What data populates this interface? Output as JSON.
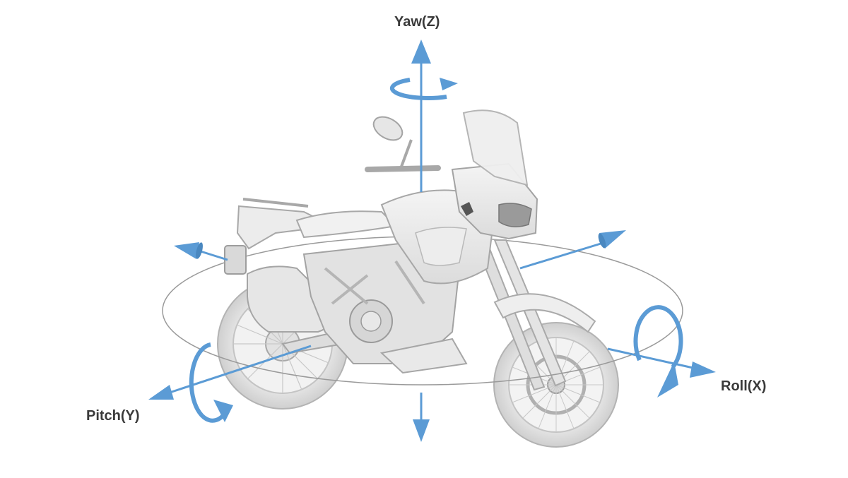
{
  "axes": {
    "yaw": {
      "label": "Yaw(Z)"
    },
    "roll": {
      "label": "Roll(X)"
    },
    "pitch": {
      "label": "Pitch(Y)"
    }
  },
  "colors": {
    "arrow": "#5b9bd5",
    "ellipse": "#9a9a9a",
    "label": "#3a3a3a",
    "bike_fill": "#e8e8e8",
    "bike_stroke": "#b3b3b3",
    "bike_dark": "#8c8c8c"
  },
  "illustration": {
    "subject": "adventure-motorcycle-icon"
  }
}
